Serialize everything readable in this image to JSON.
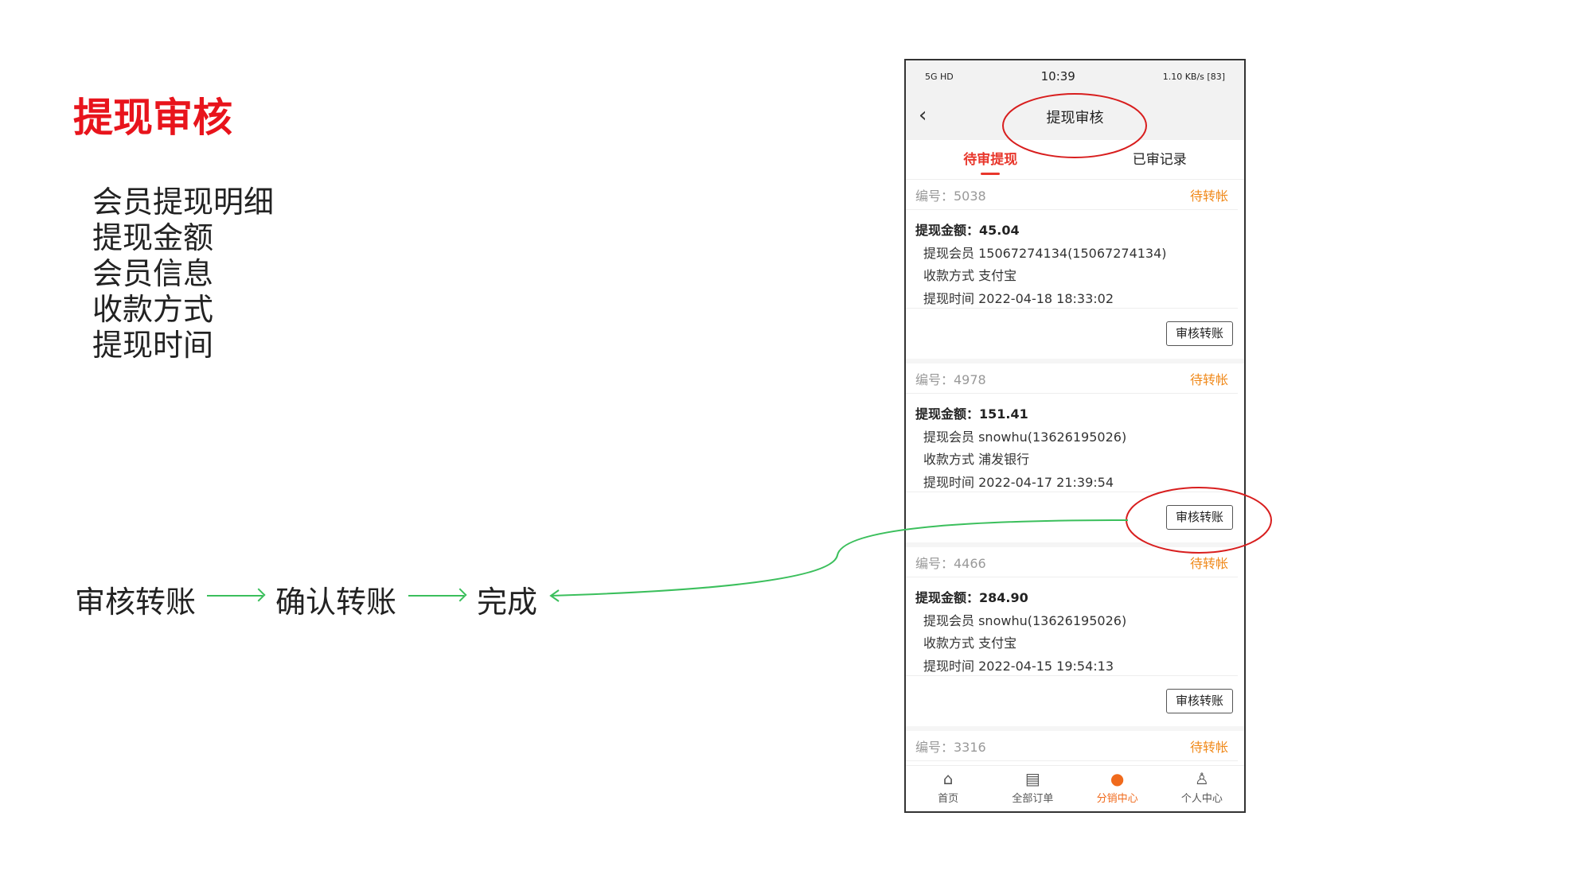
{
  "slide": {
    "title": "提现审核",
    "features": [
      "会员提现明细",
      "提现金额",
      "会员信息",
      "收款方式",
      "提现时间"
    ],
    "flow": [
      "审核转账",
      "确认转账",
      "完成"
    ]
  },
  "colors": {
    "accent": "#e8141c",
    "pending": "#f08a1c",
    "arrow": "#3bbf5c"
  },
  "phone": {
    "status": {
      "time": "10:39",
      "left": "5G HD",
      "speed": "1.10 KB/s",
      "battery": "83"
    },
    "title": "提现审核",
    "tabs": [
      "待审提现",
      "已审记录"
    ],
    "records": [
      {
        "id": "编号：5038",
        "status": "待转帐",
        "amount": "提现金额：45.04",
        "member": "提现会员 15067274134(15067274134)",
        "method": "收款方式 支付宝",
        "time": "提现时间 2022-04-18 18:33:02",
        "button": "审核转账"
      },
      {
        "id": "编号：4978",
        "status": "待转帐",
        "amount": "提现金额：151.41",
        "member": "提现会员 snowhu(13626195026)",
        "method": "收款方式 浦发银行",
        "time": "提现时间 2022-04-17 21:39:54",
        "button": "审核转账"
      },
      {
        "id": "编号：4466",
        "status": "待转帐",
        "amount": "提现金额：284.90",
        "member": "提现会员 snowhu(13626195026)",
        "method": "收款方式 支付宝",
        "time": "提现时间 2022-04-15 19:54:13",
        "button": "审核转账"
      },
      {
        "id": "编号：3316",
        "status": "待转帐"
      }
    ],
    "nav": [
      {
        "label": "首页",
        "icon": "home-icon"
      },
      {
        "label": "全部订单",
        "icon": "orders-icon"
      },
      {
        "label": "分销中心",
        "icon": "distribution-icon"
      },
      {
        "label": "个人中心",
        "icon": "user-icon"
      }
    ]
  }
}
